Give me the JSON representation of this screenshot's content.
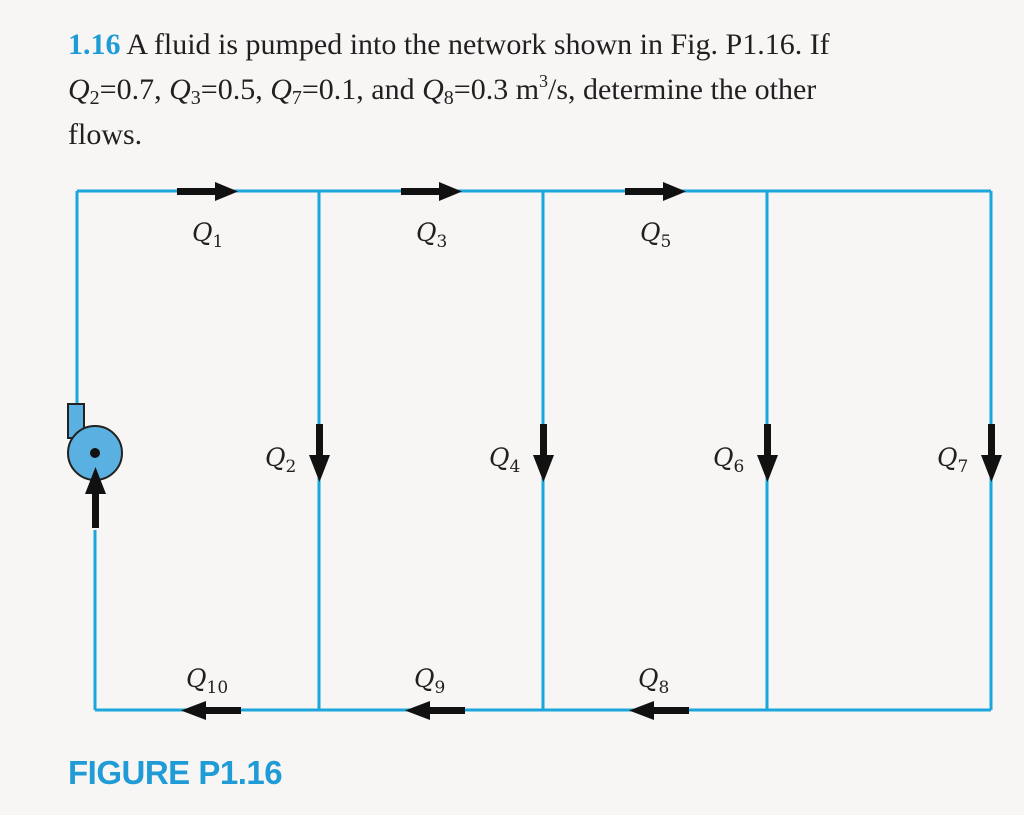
{
  "problem": {
    "number": "1.16",
    "line1": "A fluid is pumped into the network shown in Fig. P1.16. If",
    "given": [
      {
        "q": "Q",
        "sub": "2",
        "val": "0.7"
      },
      {
        "q": "Q",
        "sub": "3",
        "val": "0.5"
      },
      {
        "q": "Q",
        "sub": "7",
        "val": "0.1"
      },
      {
        "q": "Q",
        "sub": "8",
        "val": "0.3"
      }
    ],
    "and_word": "and",
    "unit_base": "m",
    "unit_exp": "3",
    "unit_tail": "/s, determine the other",
    "line3": "flows."
  },
  "figure": {
    "pipe_color": "#1ba7dc",
    "arrow_color": "#111111",
    "pump_color": "#5ab0e0",
    "labels": [
      {
        "q": "Q",
        "sub": "1"
      },
      {
        "q": "Q",
        "sub": "3"
      },
      {
        "q": "Q",
        "sub": "5"
      },
      {
        "q": "Q",
        "sub": "2"
      },
      {
        "q": "Q",
        "sub": "4"
      },
      {
        "q": "Q",
        "sub": "6"
      },
      {
        "q": "Q",
        "sub": "7"
      },
      {
        "q": "Q",
        "sub": "10"
      },
      {
        "q": "Q",
        "sub": "9"
      },
      {
        "q": "Q",
        "sub": "8"
      }
    ],
    "caption": "FIGURE P1.16"
  }
}
